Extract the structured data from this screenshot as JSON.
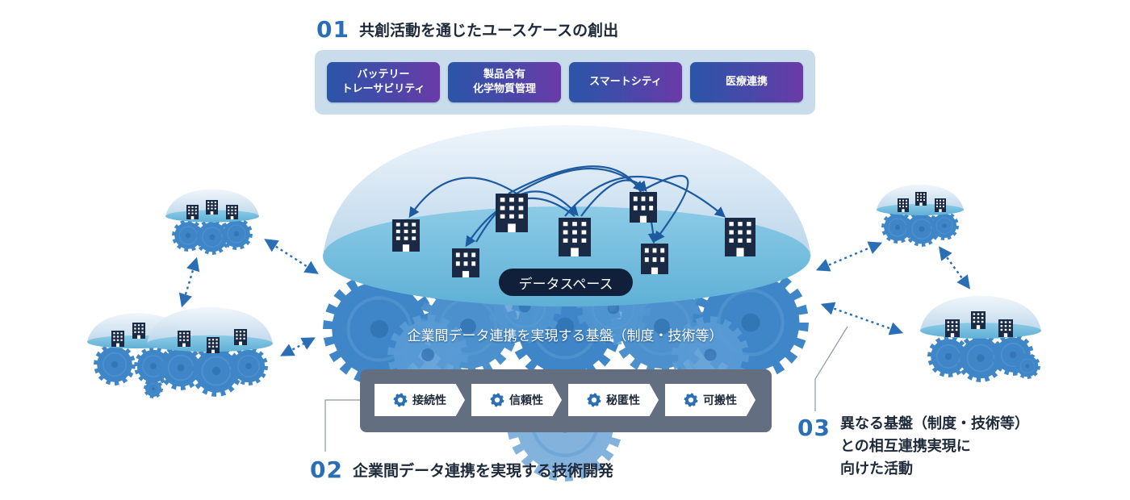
{
  "section1": {
    "number": "01",
    "title": "共創活動を通じたユースケースの創出"
  },
  "use_cases": [
    {
      "line1": "バッテリー",
      "line2": "トレーサビリティ"
    },
    {
      "line1": "製品含有",
      "line2": "化学物質管理"
    },
    {
      "line1": "スマートシティ",
      "line2": ""
    },
    {
      "line1": "医療連携",
      "line2": ""
    }
  ],
  "data_space_label": "データスペース",
  "foundation_label": "企業間データ連携を実現する基盤（制度・技術等）",
  "tech_items": [
    {
      "label": "接続性",
      "icon": "gear-icon"
    },
    {
      "label": "信頼性",
      "icon": "gear-icon"
    },
    {
      "label": "秘匿性",
      "icon": "gear-icon"
    },
    {
      "label": "可搬性",
      "icon": "gear-icon"
    }
  ],
  "section2": {
    "number": "02",
    "title": "企業間データ連携を実現する技術開発"
  },
  "section3": {
    "number": "03",
    "line1": "異なる基盤（制度・技術等）",
    "line2": "との相互連携実現に",
    "line3": "向けた活動"
  },
  "colors": {
    "accent_blue": "#2a6fb5",
    "dark_navy": "#1e2a3a",
    "gear_blue": "#3f86c8",
    "dome_light": "#d8e8f4",
    "water": "#6fbcdc",
    "arrow": "#1e5aa0",
    "tech_panel": "#636f80",
    "usecase_panel": "#c8dcec"
  }
}
